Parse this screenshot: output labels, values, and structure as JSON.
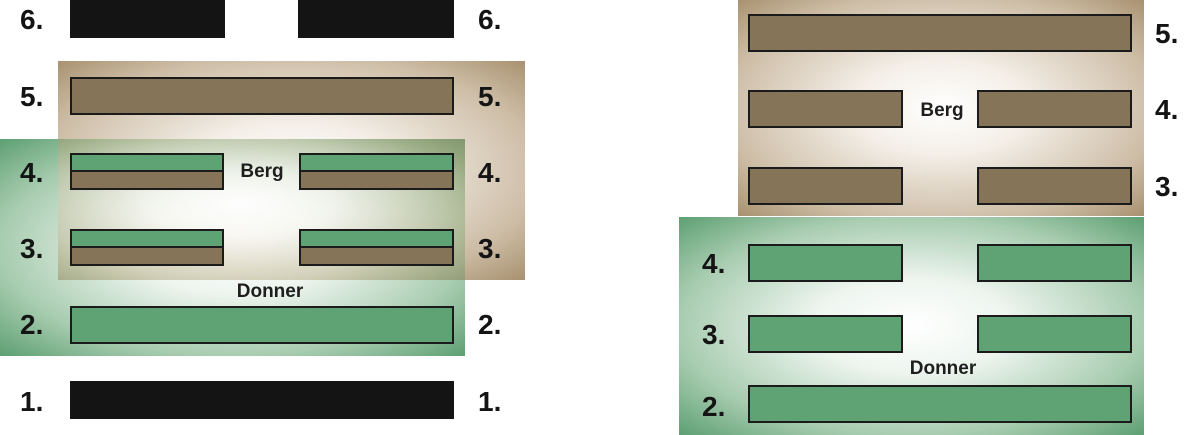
{
  "left_diagram": {
    "zone_labels": {
      "top": "Berg",
      "bottom": "Donner"
    },
    "row_numbers_left": [
      "6.",
      "5.",
      "4.",
      "3.",
      "2.",
      "1."
    ],
    "row_numbers_right": [
      "6.",
      "5.",
      "4.",
      "3.",
      "2.",
      "1."
    ]
  },
  "right_diagram": {
    "zone_labels": {
      "top": "Berg",
      "bottom": "Donner"
    },
    "row_numbers_right": [
      "5.",
      "4.",
      "3."
    ],
    "row_numbers_left": [
      "4.",
      "3.",
      "2."
    ]
  },
  "colors": {
    "brown_line": "#857458",
    "green_line": "#5fa374",
    "black_line": "#141414"
  }
}
